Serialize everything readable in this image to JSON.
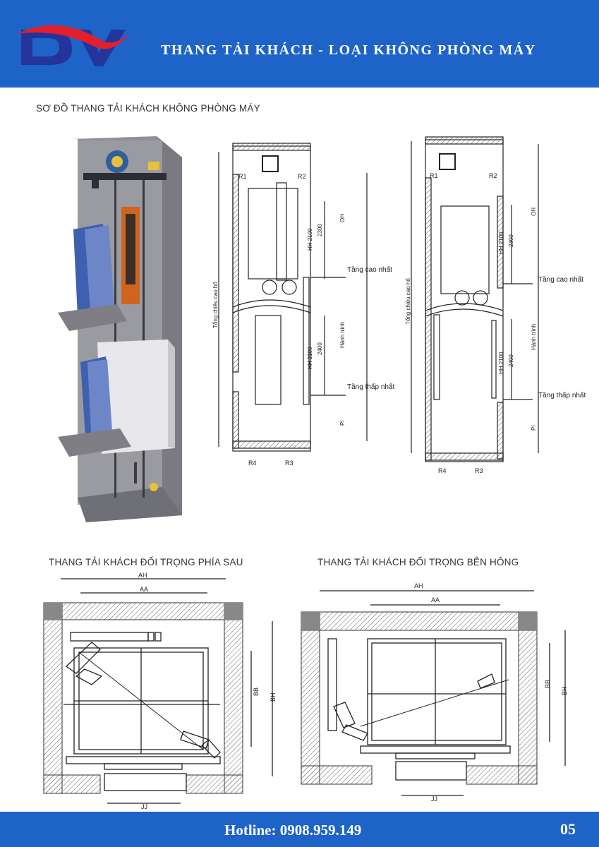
{
  "header": {
    "title": "THANG TẢI KHÁCH - LOẠI KHÔNG PHÒNG MÁY",
    "logo_text": "DV",
    "colors": {
      "background": "#1e63c8",
      "logo_red": "#e0202a",
      "logo_blue": "#23349a"
    }
  },
  "schema_title": "SƠ ĐỒ THANG TẢI KHÁCH KHÔNG PHÒNG MÁY",
  "elevation": {
    "labels": {
      "r1": "R1",
      "r2": "R2",
      "r3": "R3",
      "r4": "R4",
      "hh_upper": "HH 2100",
      "dim_2300": "2300",
      "oh": "OH",
      "hh_lower": "HH 2100",
      "dim_2400": "2400",
      "hanh_trinh": "Hành trình",
      "tong_chieu": "Tổng chiều cao hố",
      "pit": "PI",
      "top_floor": "Tầng cao nhất",
      "bottom_floor": "Tầng thấp nhất"
    }
  },
  "plans": {
    "rear_title": "THANG TẢI KHÁCH ĐỐI TRỌNG PHÍA SAU",
    "side_title": "THANG TẢI KHÁCH ĐỐI TRỌNG BÊN HÔNG",
    "labels": {
      "ah": "AH",
      "aa": "AA",
      "bb": "BB",
      "bh": "BH",
      "jj": "JJ"
    }
  },
  "footer": {
    "hotline": "Hotline: 0908.959.149",
    "page_number": "05"
  }
}
